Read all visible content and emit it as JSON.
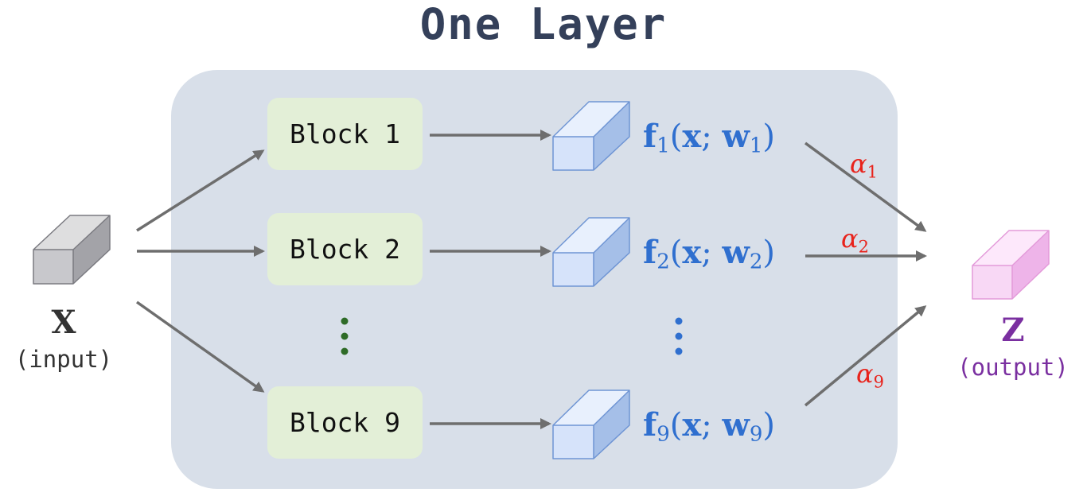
{
  "title": "One Layer",
  "input": {
    "symbol": "X",
    "label": "(input)"
  },
  "output": {
    "symbol": "Z",
    "label": "(output)"
  },
  "blocks": [
    "Block 1",
    "Block 2",
    "Block 9"
  ],
  "functions": [
    {
      "f": "f",
      "sub": "1",
      "x": "x",
      "sep": ";",
      "w": "w",
      "wsub": "1"
    },
    {
      "f": "f",
      "sub": "2",
      "x": "x",
      "sep": ";",
      "w": "w",
      "wsub": "2"
    },
    {
      "f": "f",
      "sub": "9",
      "x": "x",
      "sep": ";",
      "w": "w",
      "wsub": "9"
    }
  ],
  "weights": [
    {
      "symbol": "α",
      "sub": "1"
    },
    {
      "symbol": "α",
      "sub": "2"
    },
    {
      "symbol": "α",
      "sub": "9"
    }
  ],
  "colors": {
    "title": "#34405a",
    "panel": "#d8dfe9",
    "block": "#e3efd7",
    "block_dots": "#2e6b27",
    "arrow": "#6e6e6e",
    "function": "#2f6fcf",
    "func_dots": "#2f6fcf",
    "alpha": "#e8231c",
    "input_cube_front": "#c8c8cc",
    "input_cube_top": "#dededf",
    "input_cube_side": "#a3a3a8",
    "input_cube_edge": "#7a7a80",
    "feat_cube_front": "#d6e3fa",
    "feat_cube_top": "#e8f0fd",
    "feat_cube_side": "#a5bfe8",
    "feat_cube_edge": "#6f95d4",
    "out_cube_front": "#f8d8f5",
    "out_cube_top": "#fde8fb",
    "out_cube_side": "#eeb4e9",
    "out_cube_edge": "#e39ad9",
    "output_text": "#7a2fa0",
    "input_text": "#333333"
  }
}
